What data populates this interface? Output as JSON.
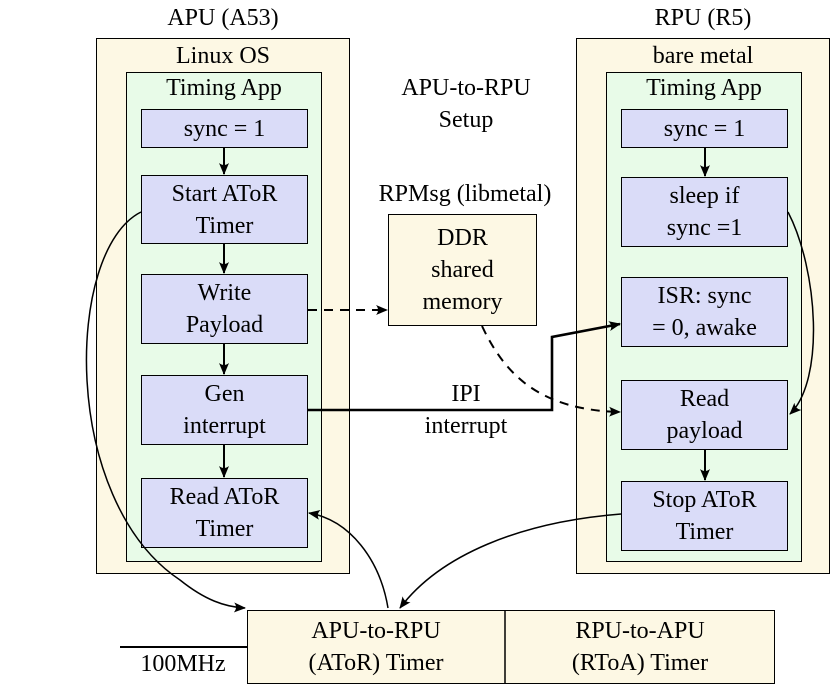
{
  "apu": {
    "title": "APU (A53)",
    "os_label": "Linux OS",
    "app_label": "Timing App",
    "steps": [
      "sync = 1",
      "Start AToR\nTimer",
      "Write\nPayload",
      "Gen\ninterrupt",
      "Read AToR\nTimer"
    ]
  },
  "rpu": {
    "title": "RPU (R5)",
    "os_label": "bare metal",
    "app_label": "Timing App",
    "steps": [
      "sync = 1",
      "sleep if\nsync =1",
      "ISR: sync\n= 0, awake",
      "Read\npayload",
      "Stop AToR\nTimer"
    ]
  },
  "center": {
    "setup_label": "APU-to-RPU\nSetup",
    "rpmsg_label": "RPMsg (libmetal)",
    "shared_memory": "DDR\nshared\nmemory",
    "ipi_label": "IPI\ninterrupt"
  },
  "timers": {
    "clock_label": "100MHz",
    "ator": "APU-to-RPU\n(AToR) Timer",
    "rtoa": "RPU-to-APU\n(RToA) Timer"
  }
}
